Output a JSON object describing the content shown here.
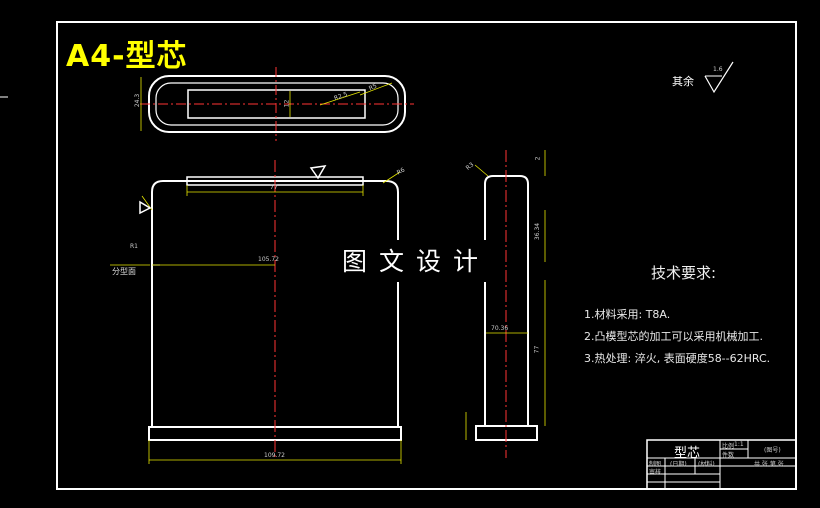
{
  "title": "A4-型芯",
  "watermark": "图文设计",
  "roughness": {
    "label": "其余",
    "value": "1.6"
  },
  "notes": {
    "heading": "技术要求:",
    "items": [
      "1.材料采用: T8A.",
      "2.凸模型芯的加工可以采用机械加工.",
      "3.热处理: 淬火, 表面硬度58--62HRC."
    ]
  },
  "dims": {
    "top_height": "24.3",
    "top_center": "12",
    "top_r1": "R2.5",
    "top_r2": "R5",
    "front_top": "77",
    "front_mid": "105.72",
    "front_bottom": "109.72",
    "front_r": "R6",
    "front_left": "R1",
    "parting": "分型面",
    "side_top": "R3",
    "side_mid": "70.36",
    "side_h1": "77",
    "side_h2": "2",
    "side_right": "36.34"
  },
  "title_block": {
    "part_name": "型芯",
    "scale_label": "比例",
    "scale": "1:1",
    "qty_label": "件数",
    "drawing_no_label": "(图号)",
    "designer_label": "制图",
    "date_label": "(日期)",
    "checker_label": "审核",
    "material_label": "(材料)",
    "sheet_label": "共 张 第 张"
  },
  "colors": {
    "frame": "#ffffff",
    "title": "#ffff00",
    "centerline": "#ff3333",
    "dimension": "#e6e600",
    "drawing": "#ffffff"
  }
}
